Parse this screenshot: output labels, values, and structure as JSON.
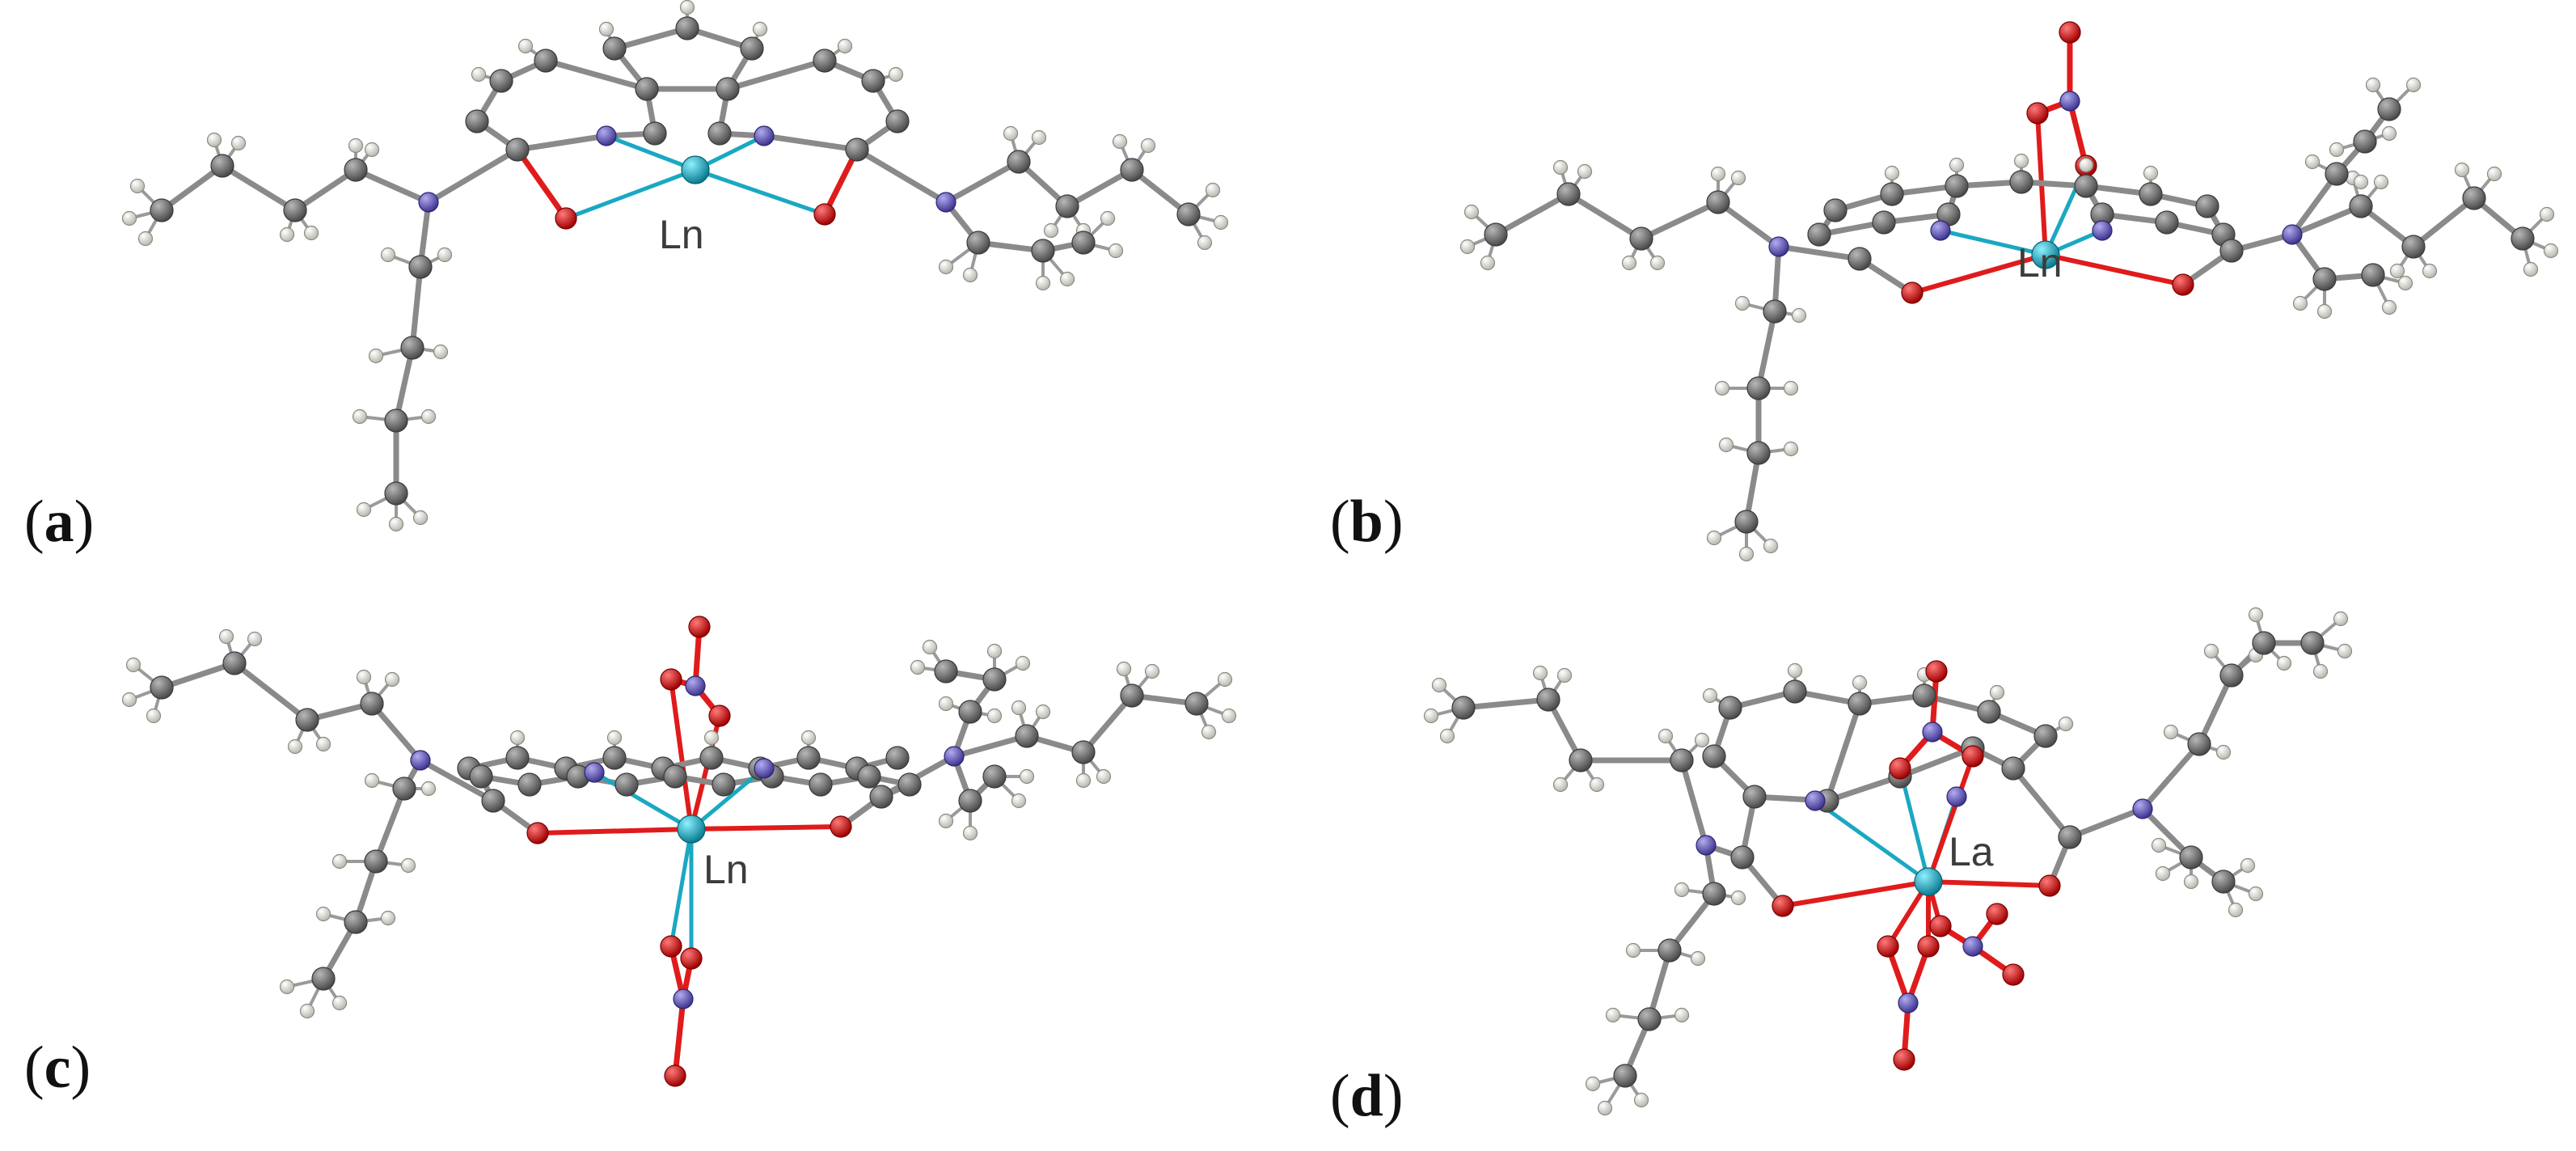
{
  "panels": [
    {
      "id": "a",
      "label": "a",
      "metal": "Ln"
    },
    {
      "id": "b",
      "label": "b",
      "metal": "Ln"
    },
    {
      "id": "c",
      "label": "c",
      "metal": "Ln"
    },
    {
      "id": "d",
      "label": "d",
      "metal": "La"
    }
  ],
  "colors": {
    "background": "#ffffff",
    "carbon": "#7a7a7a",
    "hydrogen": "#eeeeee",
    "nitrogen": "#6a5fb4",
    "oxygen": "#e01b1b",
    "metal": "#1aa8c2",
    "bond": "#8a8a8a",
    "metal_bond": "#1aa8c2"
  },
  "icons": {
    "carbon": "carbon-atom-sphere",
    "hydrogen": "hydrogen-atom-sphere",
    "nitrogen": "nitrogen-atom-sphere",
    "oxygen": "oxygen-atom-sphere",
    "metal": "metal-center-sphere"
  }
}
